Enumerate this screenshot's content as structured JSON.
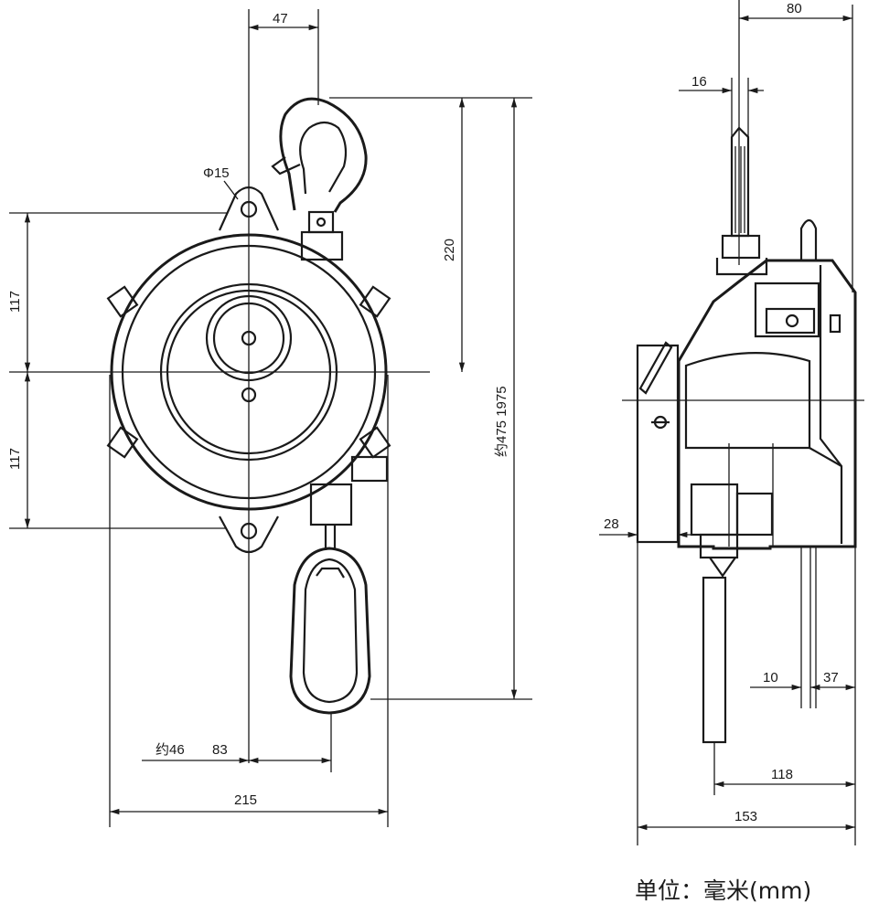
{
  "front_view": {
    "dim_top_offset": "47",
    "dim_hole_dia": "Φ15",
    "dim_hook_height": "220",
    "dim_upper_half": "117",
    "dim_lower_half": "117",
    "dim_stroke": "约475 1975",
    "dim_bottom_left": "约46",
    "dim_bottom_right": "83",
    "dim_width": "215"
  },
  "side_view": {
    "dim_top_width": "80",
    "dim_hook_thickness": "16",
    "dim_left_offset": "28",
    "dim_gap_a": "10",
    "dim_gap_b": "37",
    "dim_inner_width": "118",
    "dim_total_width": "153"
  },
  "unit_label": "单位：毫米(mm)"
}
